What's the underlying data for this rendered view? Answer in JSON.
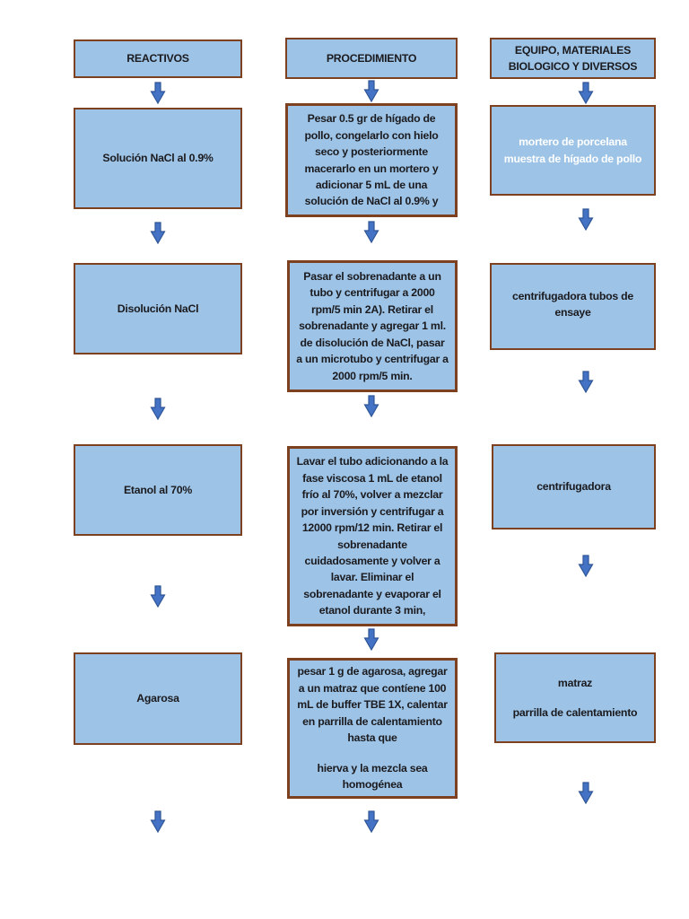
{
  "colors": {
    "box_fill": "#9DC3E6",
    "box_border": "#7D4120",
    "arrow_fill": "#4472C4",
    "arrow_outline": "#2E5596",
    "body_text": "#1b1b1f",
    "highlight_text": "#ffffff",
    "page_background": "#ffffff"
  },
  "columns": [
    {
      "header": "REACTIVOS",
      "steps": [
        "Solución NaCl al 0.9%",
        "Disolución NaCl",
        "Etanol al 70%",
        "Agarosa"
      ]
    },
    {
      "header": "PROCEDIMIENTO",
      "steps": [
        "Pesar 0.5 gr de hígado de pollo, congelarlo con hielo seco y posteriormente macerarlo en un mortero y adicionar 5 mL de una solución de NaCl al 0.9% y",
        "Pasar el sobrenadante a un tubo y centrifugar a 2000 rpm/5 min  2A). Retirar el sobrenadante y agregar 1 ml. de disolución de NaCl, pasar a un microtubo y centrifugar a 2000 rpm/5 min.",
        "Lavar el tubo adicionando a la fase viscosa 1 mL de etanol frío al 70%, volver a mezclar por inversión y centrifugar a 12000 rpm/12 min. Retirar el sobrenadante cuidadosamente y volver a lavar. Eliminar el sobrenadante y evaporar el etanol durante 3 min,",
        {
          "p1": "pesar 1 g de agarosa, agregar a un matraz que contíene 100 mL de buffer TBE 1X, calentar en parrilla de calentamiento hasta que",
          "p2": "hierva y la mezcla sea homogénea"
        }
      ]
    },
    {
      "header": "EQUIPO, MATERIALES BIOLOGICO Y DIVERSOS",
      "steps": [
        {
          "p1": "mortero de porcelana",
          "p2": "muestra de hígado de pollo"
        },
        "centrifugadora tubos de ensaye",
        "centrifugadora",
        {
          "p1": "matraz",
          "p2": "parrilla de calentamiento"
        }
      ]
    }
  ]
}
